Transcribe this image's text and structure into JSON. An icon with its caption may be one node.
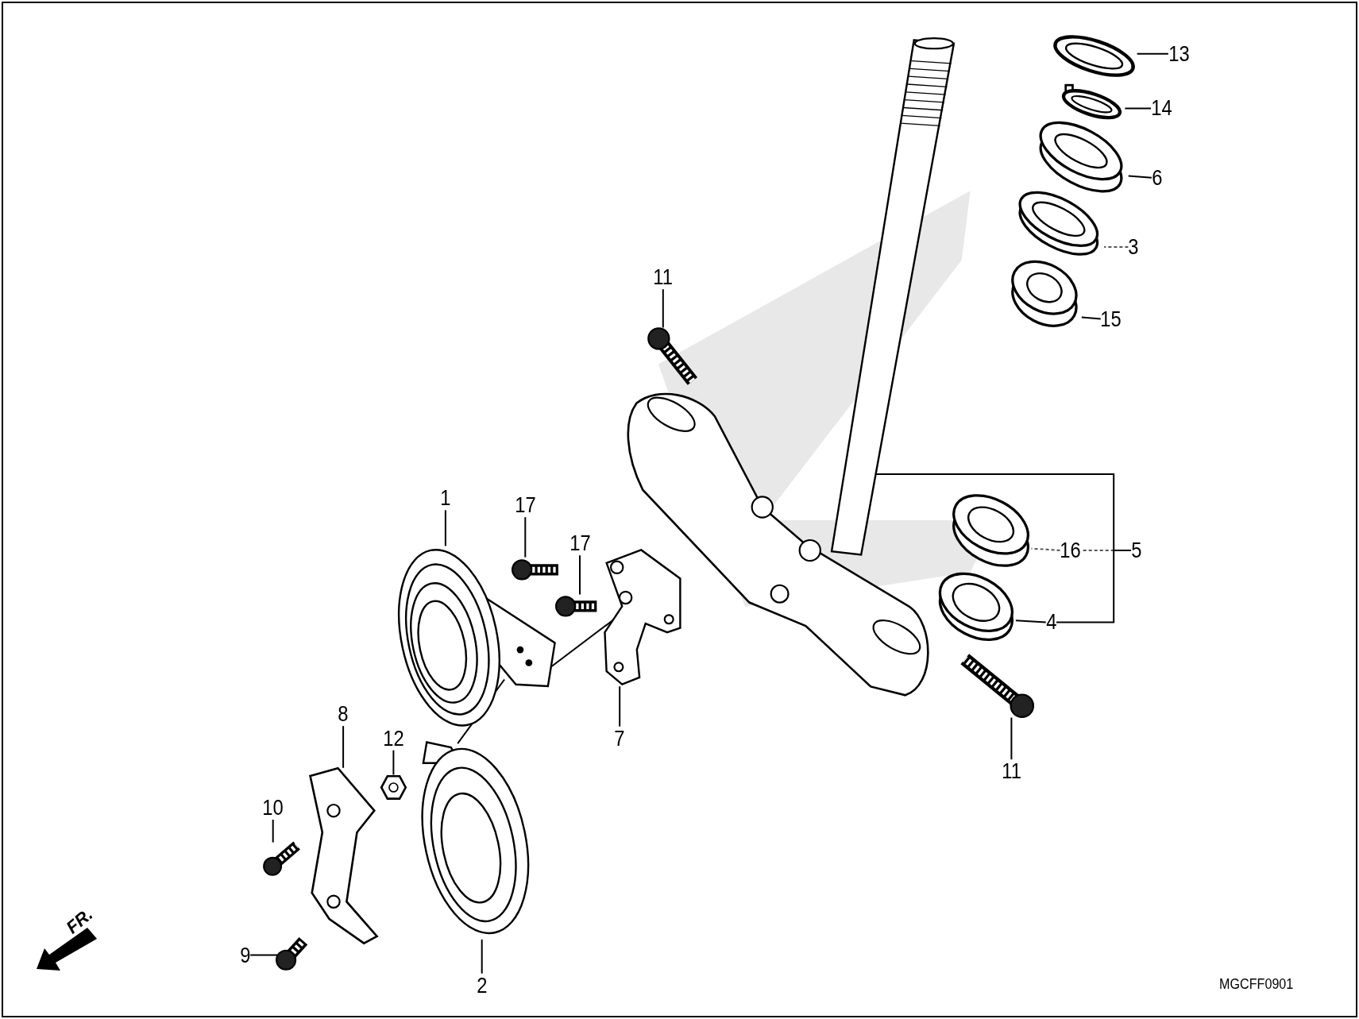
{
  "diagram": {
    "nodes": [
      {
        "text": [
          "13"
        ]
      },
      {
        "text": [
          "14"
        ]
      },
      {
        "text": [
          "6"
        ]
      },
      {
        "text": [
          "3"
        ]
      },
      {
        "text": [
          "11"
        ]
      },
      {
        "text": [
          "15"
        ]
      },
      {
        "text": [
          "1"
        ]
      },
      {
        "text": [
          "17"
        ]
      },
      {
        "text": [
          "16"
        ]
      },
      {
        "text": [
          "5"
        ]
      },
      {
        "text": [
          "17"
        ]
      },
      {
        "text": [
          "4"
        ]
      },
      {
        "text": [
          "8"
        ]
      },
      {
        "text": [
          "7"
        ]
      },
      {
        "text": [
          "12"
        ]
      },
      {
        "text": [
          "11"
        ]
      },
      {
        "text": [
          "10"
        ]
      },
      {
        "text": [
          "9"
        ]
      },
      {
        "text": [
          "2"
        ]
      },
      {
        "text": [],
        "shape": "picture"
      },
      {
        "text": [],
        "shape": "picture"
      },
      {
        "text": [],
        "shape": "picture"
      },
      {
        "text": [],
        "shape": "picture"
      },
      {
        "text": [],
        "shape": "picture"
      },
      {
        "text": [],
        "shape": "picture"
      },
      {
        "text": [],
        "shape": "picture"
      },
      {
        "text": [],
        "shape": "picture"
      },
      {
        "text": [],
        "shape": "picture"
      },
      {
        "text": [],
        "shape": "picture"
      },
      {
        "text": [],
        "shape": "picture"
      },
      {
        "text": [],
        "shape": "picture"
      },
      {
        "text": [],
        "shape": "picture"
      },
      {
        "text": [],
        "shape": "picture"
      },
      {
        "text": [],
        "shape": "picture"
      },
      {
        "text": [],
        "shape": "picture"
      },
      {
        "text": [],
        "shape": "picture"
      },
      {
        "text": [],
        "shape": "picture"
      },
      {
        "text": [],
        "shape": "picture"
      }
    ],
    "edges": [
      {
        "from": 0,
        "to": 20,
        "arrow": "none"
      },
      {
        "from": 1,
        "to": 21,
        "arrow": "none"
      },
      {
        "from": 2,
        "to": 22,
        "arrow": "none"
      },
      {
        "from": 3,
        "to": 23,
        "arrow": "none",
        "style": "dashed"
      },
      {
        "from": 4,
        "to": 25,
        "arrow": "none"
      },
      {
        "from": 5,
        "to": 24,
        "arrow": "none"
      },
      {
        "from": 6,
        "to": 26,
        "arrow": "none"
      },
      {
        "from": 7,
        "to": 27,
        "arrow": "none"
      },
      {
        "from": 8,
        "to": 30,
        "arrow": "none",
        "style": "dashed"
      },
      {
        "from": 9,
        "to": 19,
        "arrow": "none"
      },
      {
        "from": 9,
        "to": 8,
        "arrow": "none",
        "style": "dashed"
      },
      {
        "from": 9,
        "to": 11,
        "arrow": "none"
      },
      {
        "from": 10,
        "to": 28,
        "arrow": "none"
      },
      {
        "from": 11,
        "to": 31,
        "arrow": "none"
      },
      {
        "from": 12,
        "to": 33,
        "arrow": "none"
      },
      {
        "from": 13,
        "to": 29,
        "arrow": "none"
      },
      {
        "from": 14,
        "to": 34,
        "arrow": "none"
      },
      {
        "from": 15,
        "to": 32,
        "arrow": "none"
      },
      {
        "from": 16,
        "to": 36,
        "arrow": "none"
      },
      {
        "from": 17,
        "to": 37,
        "arrow": "none"
      },
      {
        "from": 18,
        "to": 35,
        "arrow": "none"
      },
      {
        "from": 26,
        "to": 29,
        "arrow": "none"
      },
      {
        "from": 26,
        "to": 35,
        "arrow": "none"
      }
    ],
    "labels": [
      "FR.",
      "MGCFF0901"
    ]
  }
}
